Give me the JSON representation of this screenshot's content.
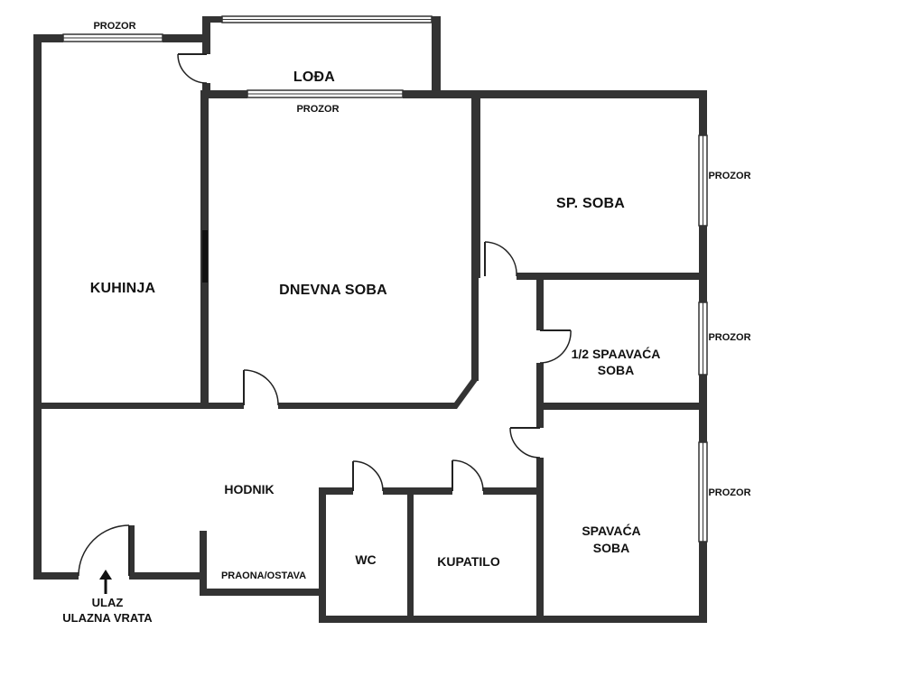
{
  "rooms": {
    "loda": "LOĐA",
    "kuhinja": "KUHINJA",
    "dnevna_soba": "DNEVNA SOBA",
    "sp_soba": "SP. SOBA",
    "pola_soba_line1": "1/2 SPAAVAĆA",
    "pola_soba_line2": "SOBA",
    "spavaca_line1": "SPAVAĆA",
    "spavaca_line2": "SOBA",
    "hodnik": "HODNIK",
    "wc": "WC",
    "kupatilo": "KUPATILO",
    "praona": "PRAONA/OSTAVA"
  },
  "windows": {
    "kuhinja_top": "PROZOR",
    "dnevna_top": "PROZOR",
    "sp_soba_right": "PROZOR",
    "pola_soba_right": "PROZOR",
    "spavaca_right": "PROZOR"
  },
  "entrance": {
    "line1": "ULAZ",
    "line2": "ULAZNA VRATA"
  },
  "colors": {
    "wall": "#333333",
    "background": "#ffffff",
    "text": "#111111"
  }
}
